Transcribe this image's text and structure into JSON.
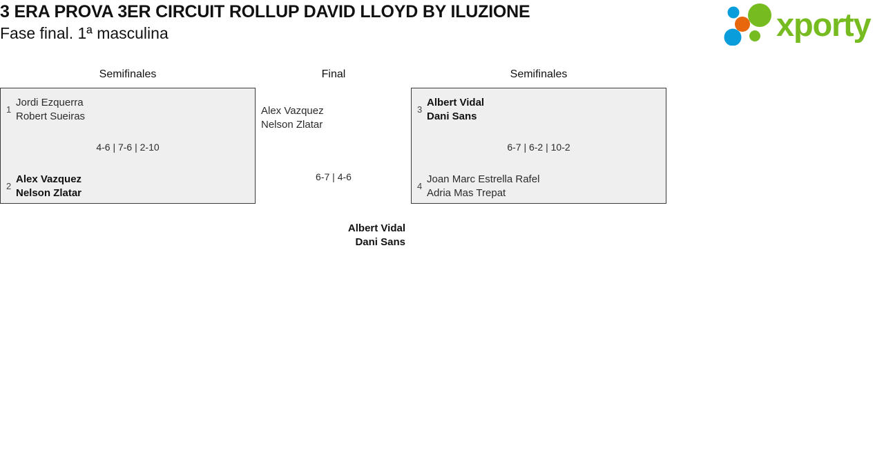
{
  "header": {
    "title": "3 ERA PROVA 3ER CIRCUIT ROLLUP DAVID LLOYD BY ILUZIONE",
    "subtitle": "Fase final. 1ª masculina",
    "logo_text": "xporty",
    "logo_colors": {
      "green": "#76bc21",
      "blue": "#0a9ddb",
      "orange": "#e8660c"
    }
  },
  "columns": {
    "left_label": "Semifinales",
    "final_label": "Final",
    "right_label": "Semifinales"
  },
  "bracket": {
    "semifinal_1": {
      "top": {
        "seed": "1",
        "player1": "Jordi Ezquerra",
        "player2": "Robert Sueiras",
        "winner": false
      },
      "bottom": {
        "seed": "2",
        "player1": "Alex Vazquez",
        "player2": "Nelson Zlatar",
        "winner": true
      },
      "score": "4-6 | 7-6 | 2-10"
    },
    "semifinal_2": {
      "top": {
        "seed": "3",
        "player1": "Albert Vidal",
        "player2": "Dani Sans",
        "winner": true
      },
      "bottom": {
        "seed": "4",
        "player1": "Joan Marc Estrella Rafel",
        "player2": "Adria Mas Trepat",
        "winner": false
      },
      "score": "6-7 | 6-2 | 10-2"
    },
    "final": {
      "top": {
        "player1": "Alex Vazquez",
        "player2": "Nelson Zlatar",
        "winner": false
      },
      "bottom": {
        "player1": "Albert Vidal",
        "player2": "Dani Sans",
        "winner": true
      },
      "score": "6-7 | 4-6"
    }
  }
}
